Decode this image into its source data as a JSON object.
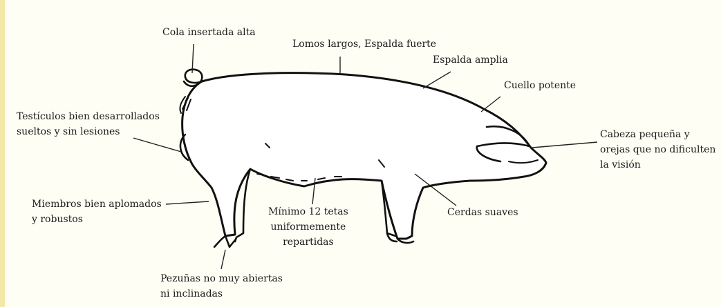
{
  "labels": {
    "tail": "Cola insertada alta",
    "loin": "Lomos largos, Espalda fuerte",
    "back": "Espalda amplia",
    "neck": "Cuello potente",
    "testicles": [
      "Testículos bien desarrollados",
      "sueltos y sin lesiones"
    ],
    "head": [
      "Cabeza pequeña y",
      "orejas que no dificulten",
      "la visión"
    ],
    "limbs": [
      "Miembros bien aplomados",
      "y robustos"
    ],
    "teats": [
      "Mínimo 12 tetas",
      "uniformemente",
      "repartidas"
    ],
    "bristles": "Cerdas suaves",
    "hooves": [
      "Pezuñas no muy abiertas",
      "ni inclinadas"
    ]
  }
}
